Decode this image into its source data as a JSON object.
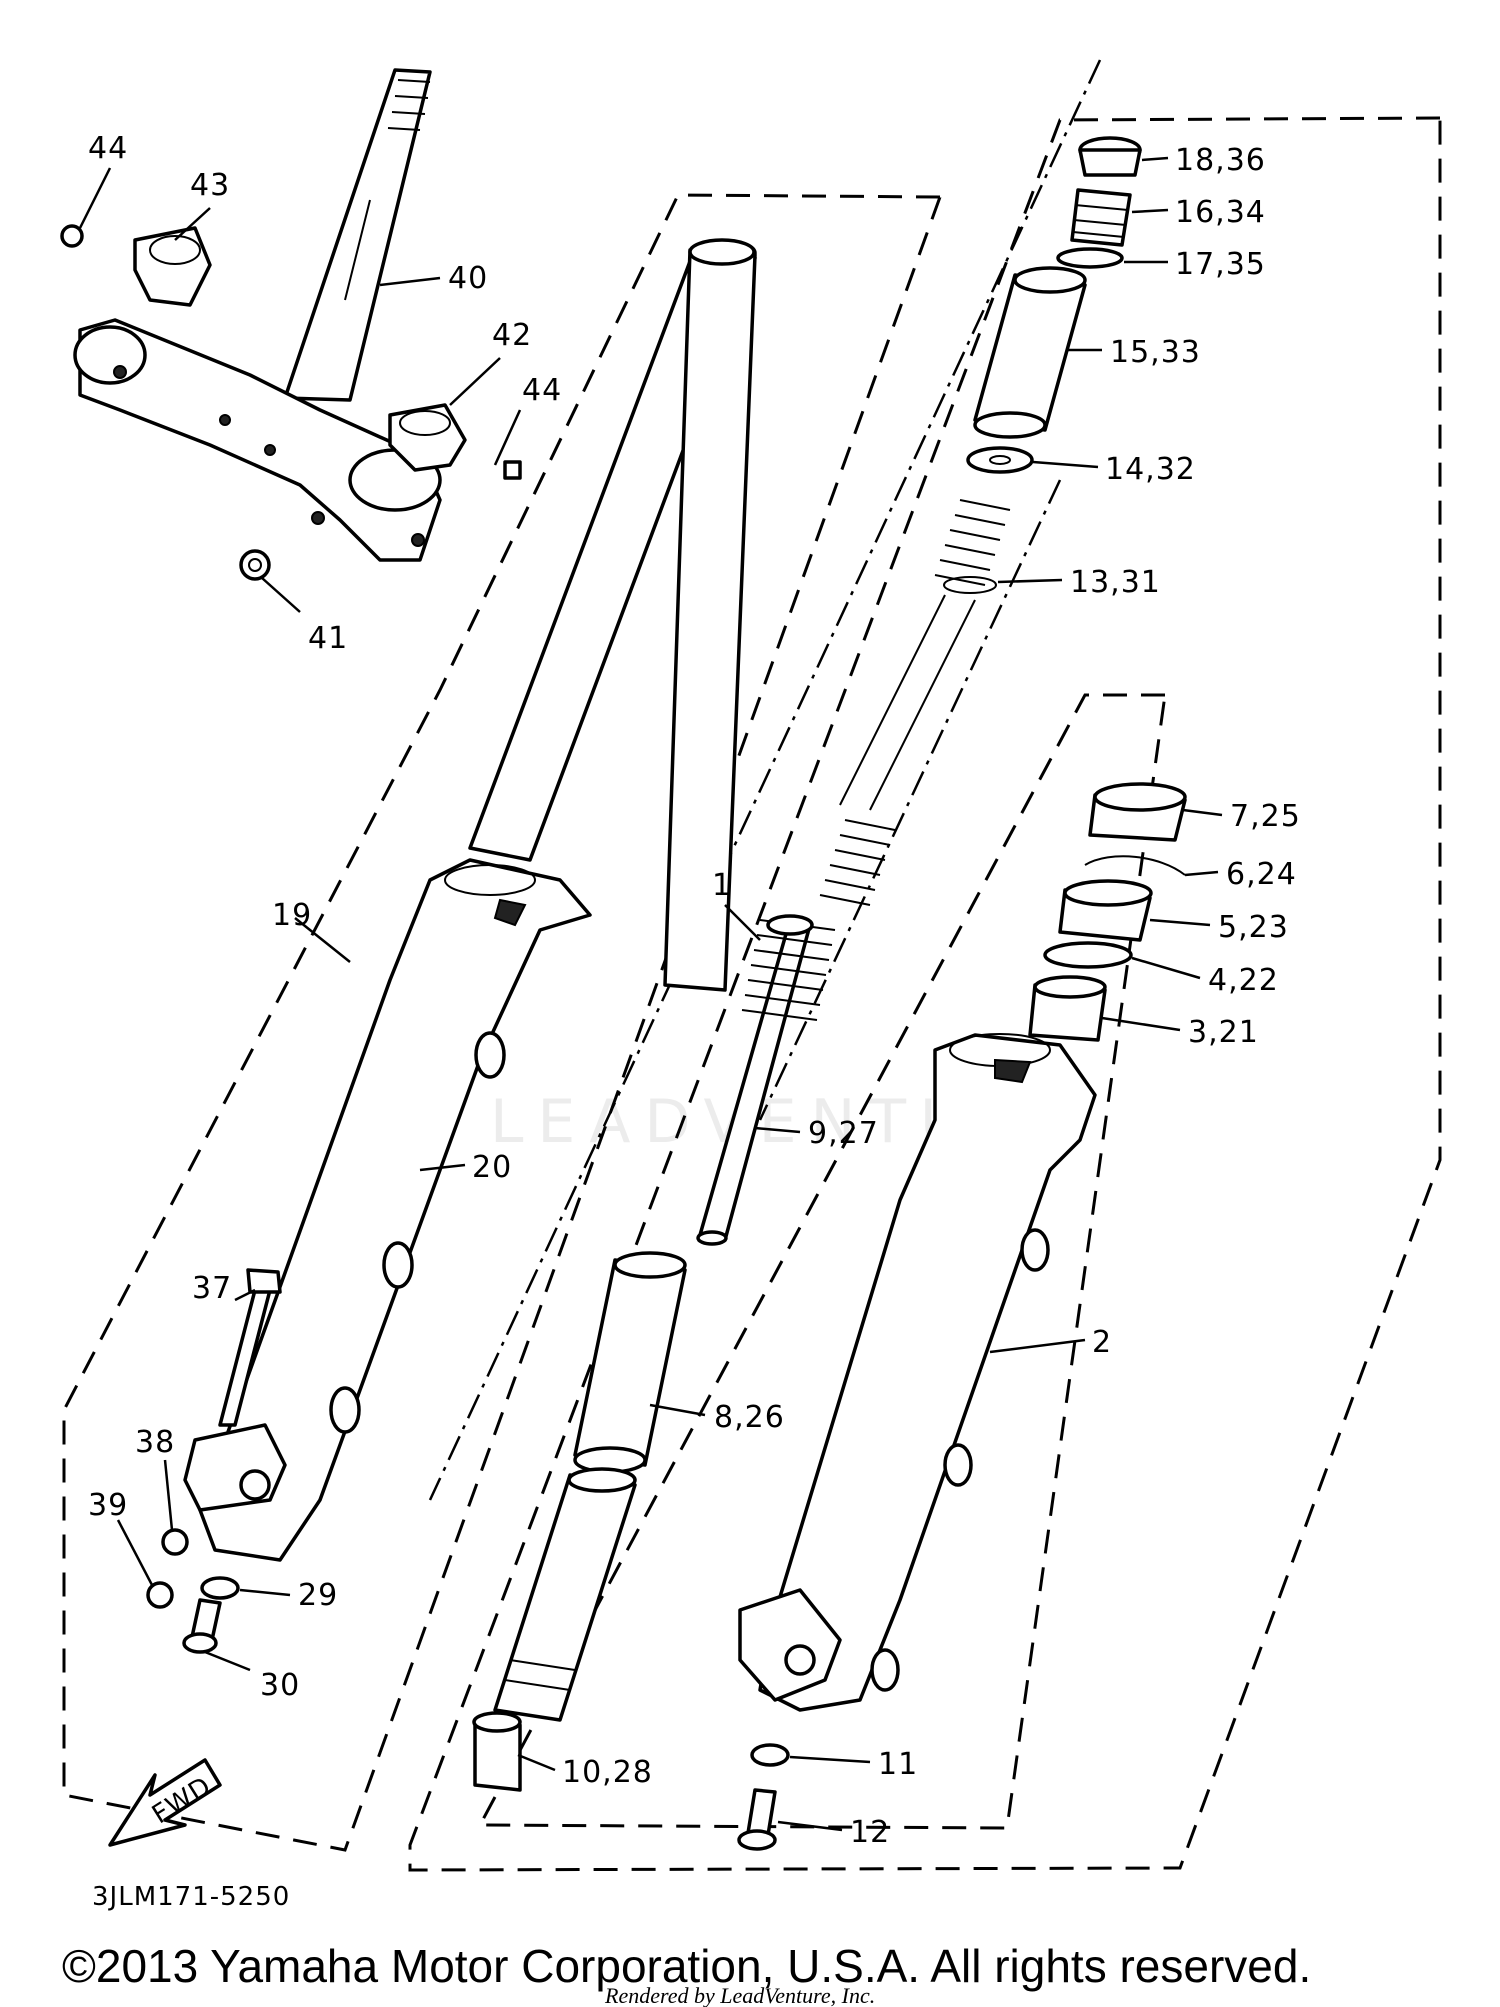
{
  "diagram": {
    "part_labels": [
      "44",
      "43",
      "40",
      "42",
      "44",
      "41",
      "19",
      "20",
      "37",
      "38",
      "39",
      "29",
      "30",
      "1",
      "9,27",
      "8,26",
      "10,28",
      "18,36",
      "16,34",
      "17,35",
      "15,33",
      "14,32",
      "13,31",
      "7,25",
      "6,24",
      "5,23",
      "4,22",
      "3,21",
      "2",
      "11",
      "12"
    ],
    "fwd_label": "FWD",
    "diagram_code": "3JLM171-5250",
    "watermark": "LEADVENTURE",
    "copyright": "©2013 Yamaha Motor Corporation, U.S.A. All rights reserved.",
    "rendered_by": "Rendered by LeadVenture, Inc."
  }
}
